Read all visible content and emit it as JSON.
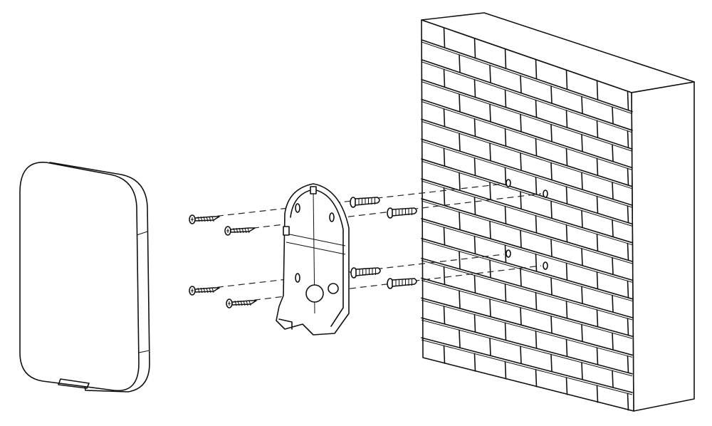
{
  "diagram": {
    "subject": "wall-mount-installation",
    "stroke_color": "#111111",
    "background": "#ffffff",
    "screw_count": 4,
    "anchor_count": 4,
    "hole_count": 4
  }
}
